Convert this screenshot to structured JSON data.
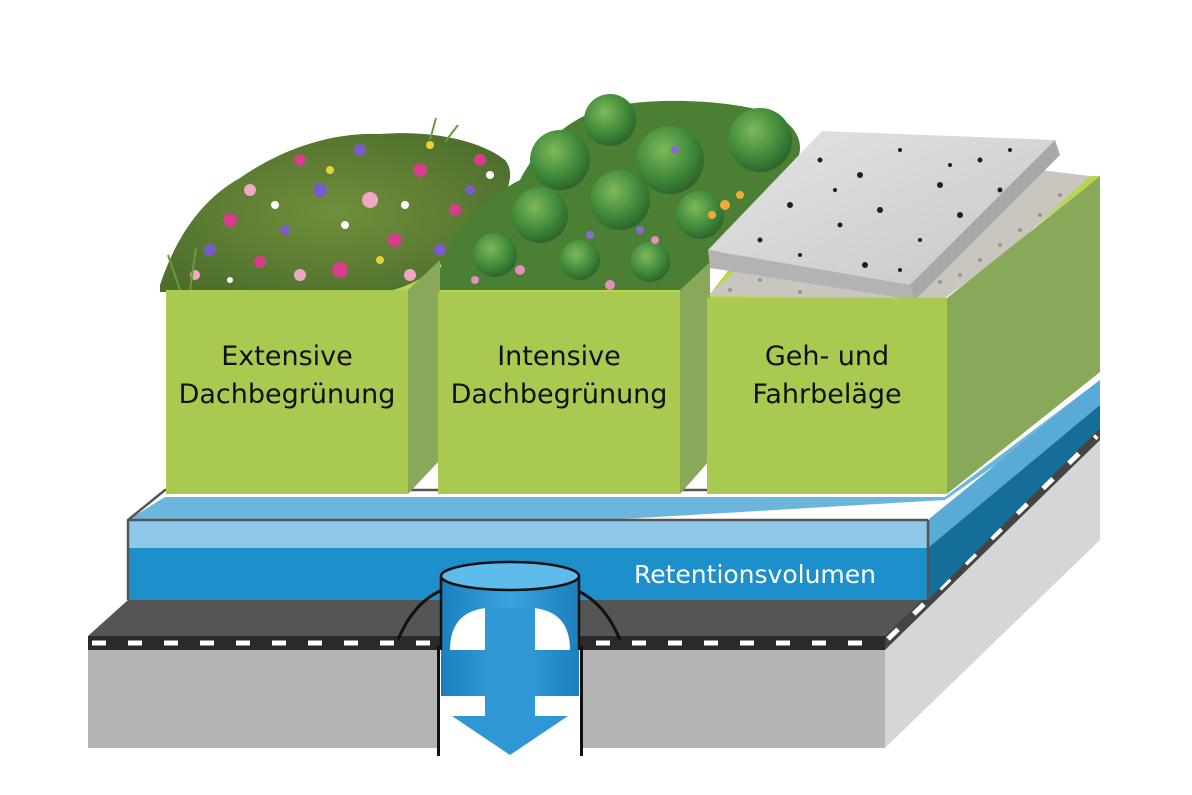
{
  "modules": [
    {
      "id": "extensive",
      "line1": "Extensive",
      "line2": "Dachbegrünung",
      "surface": "flowering-meadow-plants"
    },
    {
      "id": "intensive",
      "line1": "Intensive",
      "line2": "Dachbegrünung",
      "surface": "shrubs-and-perennials"
    },
    {
      "id": "paving",
      "line1": "Geh- und",
      "line2": "Fahrbeläge",
      "surface": "concrete-slab-on-gravel"
    }
  ],
  "retention_label": "Retentionsvolumen",
  "colors": {
    "module_front": "#a9c950",
    "module_side": "#88a85a",
    "module_top": "#b9d64a",
    "water_light": "#6cb6de",
    "water_mid": "#1d8fcb",
    "water_dark": "#136e98",
    "concrete_front": "#b4b4b4",
    "concrete_side": "#d6d6d6",
    "membrane": "#555555",
    "drain": "#2f97d3",
    "text": "#111111",
    "text_light": "#ffffff"
  },
  "icons": [
    "roof-drain-pipe-icon",
    "downflow-arrow-icon"
  ]
}
